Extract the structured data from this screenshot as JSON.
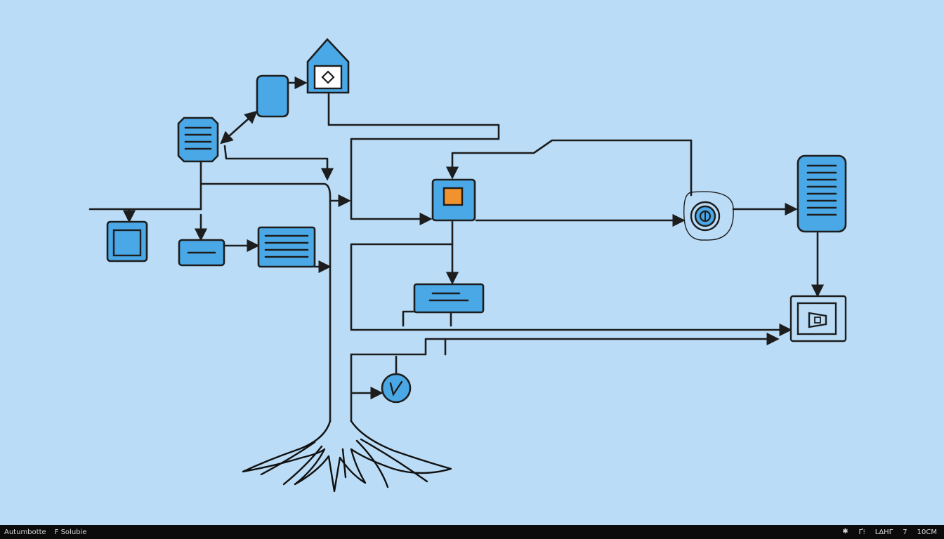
{
  "colors": {
    "background": "#badcf6",
    "node_fill": "#4aa8e6",
    "accent": "#f0922e",
    "line": "#1d1d1d",
    "taskbar": "#0b0b0b"
  },
  "diagram": {
    "nodes": [
      {
        "id": "top-hexagon",
        "icon": "diamond-icon"
      },
      {
        "id": "small-box-top",
        "icon": "none"
      },
      {
        "id": "doc-left",
        "icon": "lines-icon"
      },
      {
        "id": "square-box-left",
        "icon": "window-icon"
      },
      {
        "id": "pill-box",
        "icon": "dash-icon"
      },
      {
        "id": "text-box",
        "icon": "lines-icon"
      },
      {
        "id": "orange-square-node",
        "icon": "orange-square-icon"
      },
      {
        "id": "wide-box",
        "icon": "dash-icon"
      },
      {
        "id": "target-circle",
        "icon": "target-icon"
      },
      {
        "id": "server-doc-right",
        "icon": "lines-icon"
      },
      {
        "id": "camera-box",
        "icon": "camera-icon"
      },
      {
        "id": "check-circle",
        "icon": "check-icon"
      }
    ]
  },
  "taskbar": {
    "left_item_1": "Autumbotte",
    "left_item_2": "F  Solubie",
    "tray_icon_1": "✱",
    "tray_icon_2": "Ґ⁝",
    "tray_text_1": "LΔΗΓ",
    "tray_text_2": "7",
    "clock": "10СМ"
  }
}
